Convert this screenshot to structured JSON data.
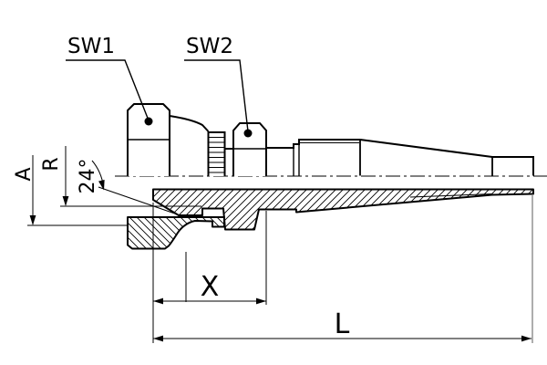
{
  "drawing": {
    "type": "technical-section-drawing",
    "subject": "hose-fitting-with-swivel-nut",
    "colors": {
      "line": "#000000",
      "background": "#ffffff",
      "extension_line_gray": "#8a8a8a"
    },
    "callouts": {
      "sw1": "SW1",
      "sw2": "SW2"
    },
    "dimensions": {
      "a": "A",
      "r": "R",
      "cone_angle": "24°",
      "x": "X",
      "l": "L"
    }
  }
}
